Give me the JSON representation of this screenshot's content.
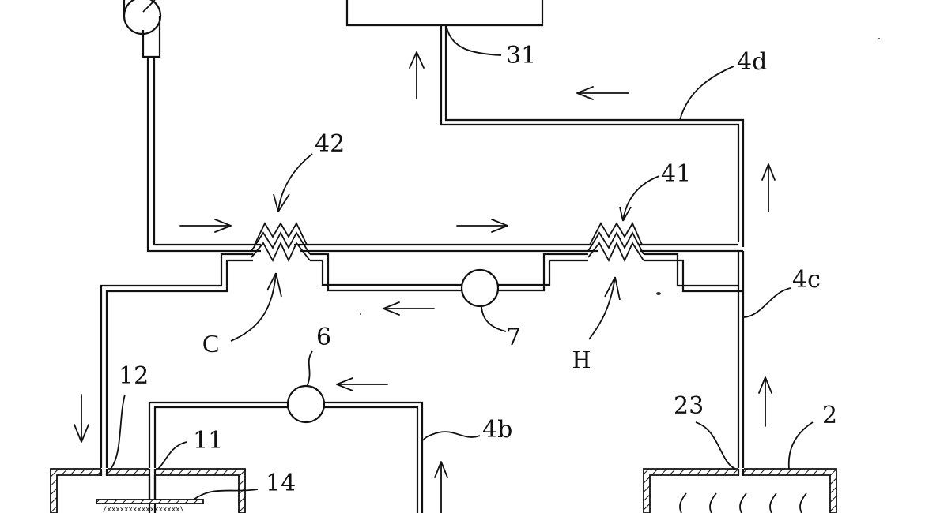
{
  "diagram": {
    "type": "patent-schematic",
    "labels": {
      "ref_31": "31",
      "ref_4d": "4d",
      "ref_42": "42",
      "ref_41": "41",
      "ref_4c": "4c",
      "ref_C": "C",
      "ref_7": "7",
      "ref_H": "H",
      "ref_6": "6",
      "ref_12": "12",
      "ref_11": "11",
      "ref_4b": "4b",
      "ref_14": "14",
      "ref_23": "23",
      "ref_2": "2"
    },
    "components": [
      {
        "id": "fan",
        "description": "blower / fan at top-left"
      },
      {
        "id": "box-top",
        "description": "upper unit connected by 31"
      },
      {
        "id": "heat-exchanger-42",
        "description": "cold-side heat exchanger C"
      },
      {
        "id": "heat-exchanger-41",
        "description": "hot-side heat exchanger H"
      },
      {
        "id": "pump-7",
        "description": "circulation pump 7"
      },
      {
        "id": "pump-6",
        "description": "circulation pump 6"
      },
      {
        "id": "chamber-left",
        "description": "chamber with ports 11, 12 and plate 14"
      },
      {
        "id": "tank-right",
        "description": "tank 2 with port 23"
      }
    ],
    "flow_arrows": [
      {
        "location": "pipe-31",
        "direction": "up"
      },
      {
        "location": "pipe-4d",
        "direction": "left"
      },
      {
        "location": "pipe-4d-right",
        "direction": "up"
      },
      {
        "location": "upper-main-left",
        "direction": "right"
      },
      {
        "location": "upper-main-middle",
        "direction": "right"
      },
      {
        "location": "lower-loop",
        "direction": "left"
      },
      {
        "location": "pump-6-line",
        "direction": "left"
      },
      {
        "location": "left-riser",
        "direction": "down"
      },
      {
        "location": "pipe-4b",
        "direction": "up"
      },
      {
        "location": "pipe-4c",
        "direction": "up"
      }
    ]
  }
}
